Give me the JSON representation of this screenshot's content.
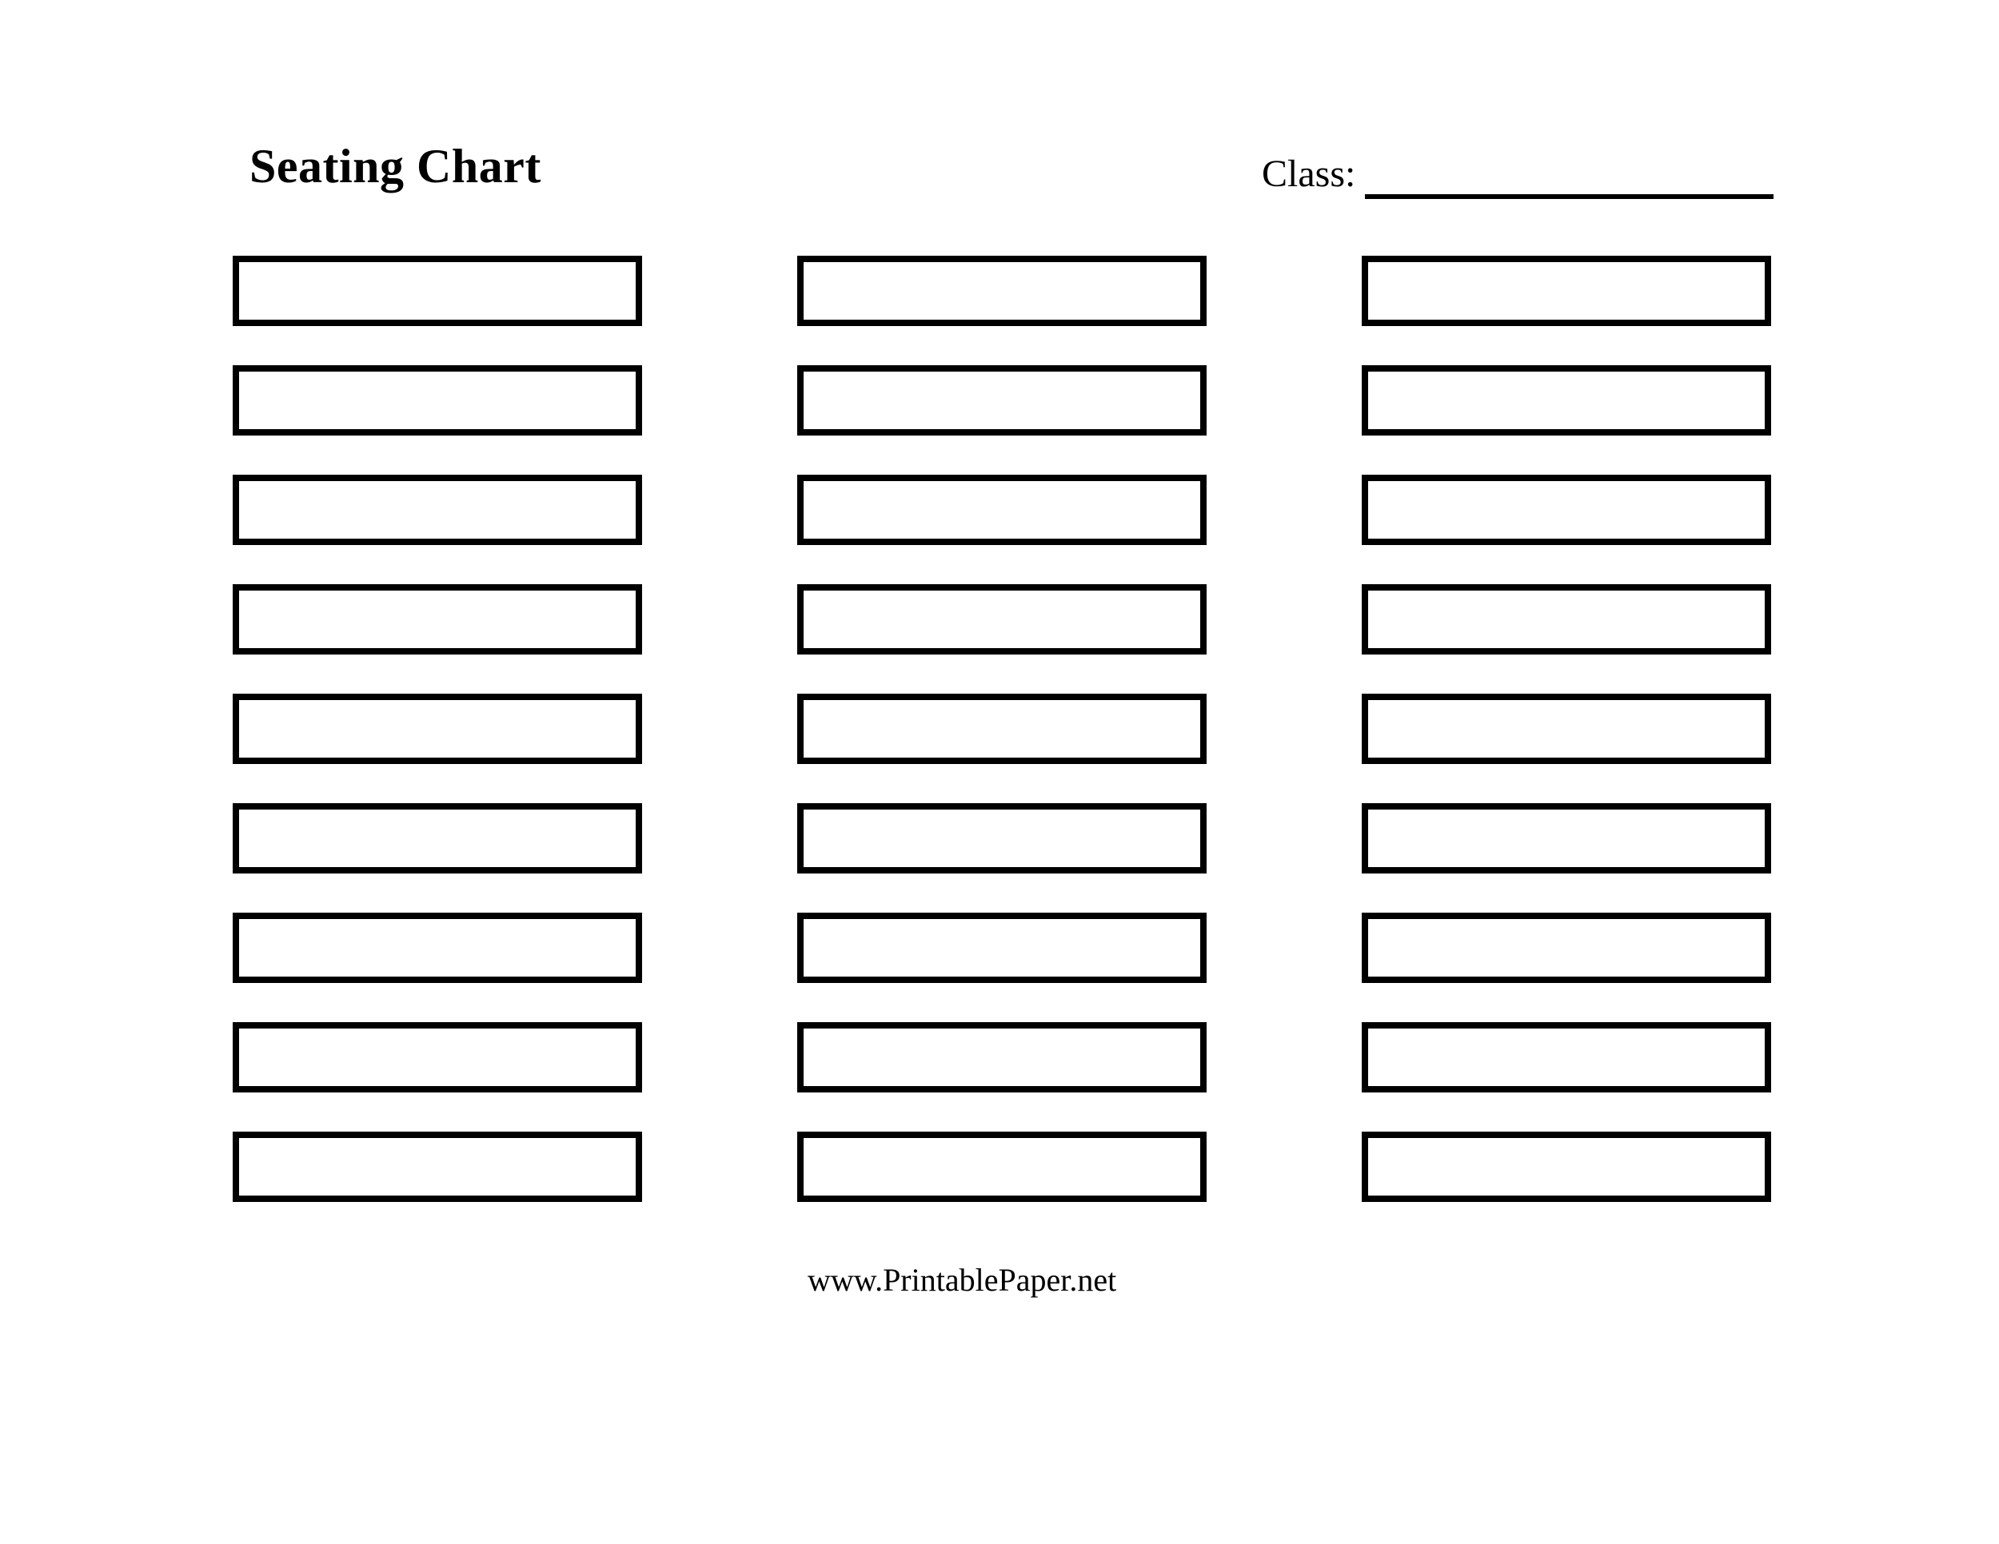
{
  "document": {
    "title": "Seating Chart",
    "class_field": {
      "label": "Class:",
      "value": ""
    },
    "footer_url": "www.PrintablePaper.net"
  },
  "seat_grid": {
    "columns": 3,
    "rows_per_column": 9,
    "total_seats": 27,
    "seats_filled": 0,
    "seat_labels": []
  },
  "colors": {
    "ink": "#000000",
    "paper": "#ffffff"
  }
}
